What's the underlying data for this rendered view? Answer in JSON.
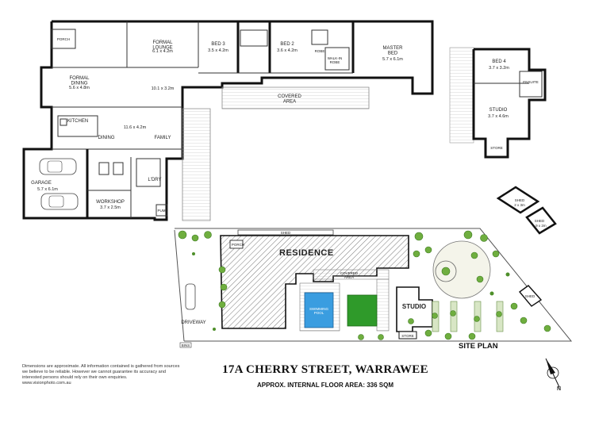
{
  "rooms": {
    "porch": "PORCH",
    "formal_lounge": "FORMAL\nLOUNGE",
    "formal_lounge_dim": "6.1 x 4.2m",
    "bed3": "BED 3",
    "bed3_dim": "3.5 x 4.2m",
    "bed2": "BED 2",
    "bed2_dim": "3.6 x 4.2m",
    "master_bed": "MASTER\nBED",
    "master_bed_dim": "5.7 x 6.1m",
    "robe": "ROBE",
    "walk_in_robe": "WALK-IN\nROBE",
    "formal_dining": "FORMAL\nDINING",
    "formal_dining_dim": "5.6 x 4.8m",
    "hall_dim": "10.1 x 3.2m",
    "covered_area": "COVERED\nAREA",
    "kitchen": "KITCHEN",
    "dining": "DINING",
    "family": "FAMILY",
    "family_dim": "11.6 x 4.2m",
    "garage": "GARAGE",
    "garage_dim": "5.7 x 6.1m",
    "workshop": "WORKSHOP",
    "workshop_dim": "3.7 x 2.5m",
    "laundry": "L'DRY",
    "pump": "PUMP",
    "bed4": "BED 4",
    "bed4_dim": "3.7 x 3.2m",
    "ensuite": "ENSUITE",
    "studio": "STUDIO",
    "studio_dim": "3.7 x 4.6m",
    "store": "STORE",
    "shed1": "SHED",
    "shed1_dim": "2 x 3m",
    "shed2": "SHED",
    "shed2_dim": "1.9 x 2m"
  },
  "site": {
    "residence": "RESIDENCE",
    "covered_area": "COVERED\nAREA",
    "swimming_pool": "SWIMMING\nPOOL",
    "studio": "STUDIO",
    "store": "STORE",
    "driveway": "DRIVEWAY",
    "bins": "BINS",
    "shed": "SHED",
    "porch": "PORCH",
    "site_plan": "SITE PLAN"
  },
  "footer": {
    "disclaimer": "Dimensions are approximate. All information contained is gathered from sources we believe to be reliable. However we cannot guarantee its accuracy and interested persons should rely on their own enquiries.",
    "url": "www.visionphoto.com.au",
    "address": "17A CHERRY STREET, WARRAWEE",
    "floor_area": "APPROX. INTERNAL FLOOR AREA: 336 SQM",
    "compass": "N"
  },
  "colors": {
    "pool": "#3a9de0",
    "lawn": "#2f9a2a",
    "trees": "#6fae3f",
    "walls": "#111111"
  }
}
